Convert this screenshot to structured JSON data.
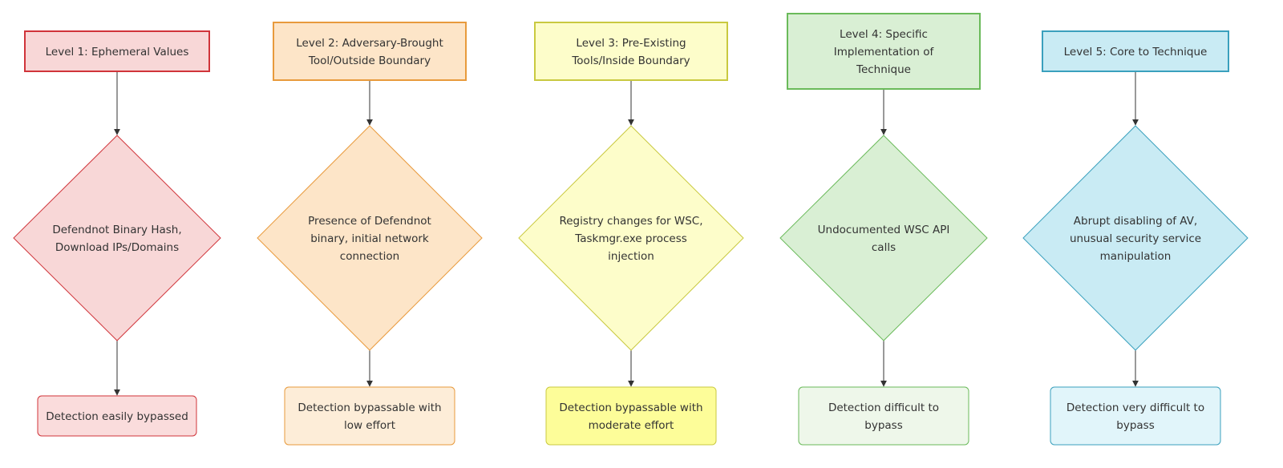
{
  "colors": {
    "level1": {
      "fill": "#f8d7d7",
      "stroke": "#d0343a",
      "result_fill": "#fadcdc"
    },
    "level2": {
      "fill": "#fde5c8",
      "stroke": "#e89a3c",
      "result_fill": "#fdedd8"
    },
    "level3": {
      "fill": "#fdfdca",
      "stroke": "#c9c940",
      "result_fill": "#fdfd99"
    },
    "level4": {
      "fill": "#d9efd4",
      "stroke": "#6aba5a",
      "result_fill": "#eef7ea"
    },
    "level5": {
      "fill": "#c9ebf4",
      "stroke": "#3aa0bd",
      "result_fill": "#e1f5fa"
    },
    "edge": "#333333"
  },
  "columns": [
    {
      "level": {
        "lines": [
          "Level 1: Ephemeral Values"
        ]
      },
      "indicator": {
        "lines": [
          "Defendnot Binary Hash,",
          "Download IPs/Domains"
        ]
      },
      "result": {
        "lines": [
          "Detection easily bypassed"
        ]
      }
    },
    {
      "level": {
        "lines": [
          "Level 2: Adversary-Brought",
          "Tool/Outside Boundary"
        ]
      },
      "indicator": {
        "lines": [
          "Presence of Defendnot",
          "binary, initial network",
          "connection"
        ]
      },
      "result": {
        "lines": [
          "Detection bypassable with",
          "low effort"
        ]
      }
    },
    {
      "level": {
        "lines": [
          "Level 3: Pre-Existing",
          "Tools/Inside Boundary"
        ]
      },
      "indicator": {
        "lines": [
          "Registry changes for WSC,",
          "Taskmgr.exe process",
          "injection"
        ]
      },
      "result": {
        "lines": [
          "Detection bypassable with",
          "moderate effort"
        ]
      }
    },
    {
      "level": {
        "lines": [
          "Level 4: Specific",
          "Implementation of",
          "Technique"
        ]
      },
      "indicator": {
        "lines": [
          "Undocumented WSC API",
          "calls"
        ]
      },
      "result": {
        "lines": [
          "Detection difficult to",
          "bypass"
        ]
      }
    },
    {
      "level": {
        "lines": [
          "Level 5: Core to Technique"
        ]
      },
      "indicator": {
        "lines": [
          "Abrupt disabling of AV,",
          "unusual security service",
          "manipulation"
        ]
      },
      "result": {
        "lines": [
          "Detection very difficult to",
          "bypass"
        ]
      }
    }
  ]
}
